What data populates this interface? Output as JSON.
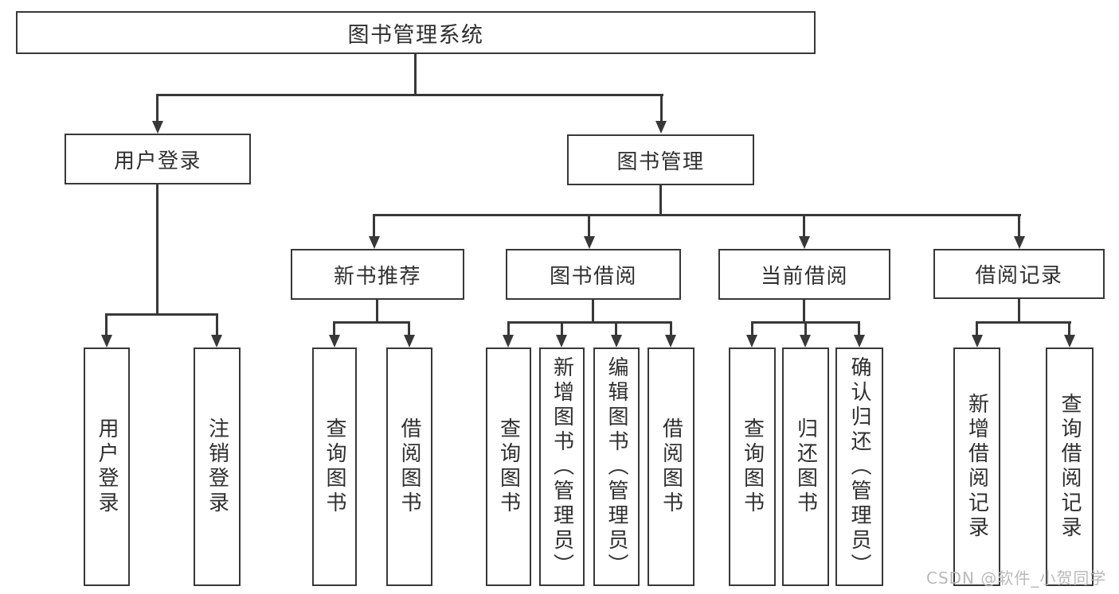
{
  "colors": {
    "line": "#383838",
    "text": "#2f2f2f",
    "node_bg": "#ffffff",
    "background": "#ffffff",
    "watermark": "#b9b9b9"
  },
  "tree": {
    "root": {
      "label": "图书管理系统"
    },
    "user_login": {
      "label": "用户登录",
      "children": [
        {
          "label": "用户登录"
        },
        {
          "label": "注销登录"
        }
      ]
    },
    "book_management": {
      "label": "图书管理",
      "sections": [
        {
          "label": "新书推荐",
          "children": [
            {
              "label": "查询图书"
            },
            {
              "label": "借阅图书"
            }
          ]
        },
        {
          "label": "图书借阅",
          "children": [
            {
              "label": "查询图书"
            },
            {
              "label": "新增图书（管理员）"
            },
            {
              "label": "编辑图书（管理员）"
            },
            {
              "label": "借阅图书"
            }
          ]
        },
        {
          "label": "当前借阅",
          "children": [
            {
              "label": "查询图书"
            },
            {
              "label": "归还图书"
            },
            {
              "label": "确认归还（管理员）"
            }
          ]
        },
        {
          "label": "借阅记录",
          "children": [
            {
              "label": "新增借阅记录"
            },
            {
              "label": "查询借阅记录"
            }
          ]
        }
      ]
    }
  },
  "watermark": {
    "text": "CSDN @软件_小贺同学"
  }
}
